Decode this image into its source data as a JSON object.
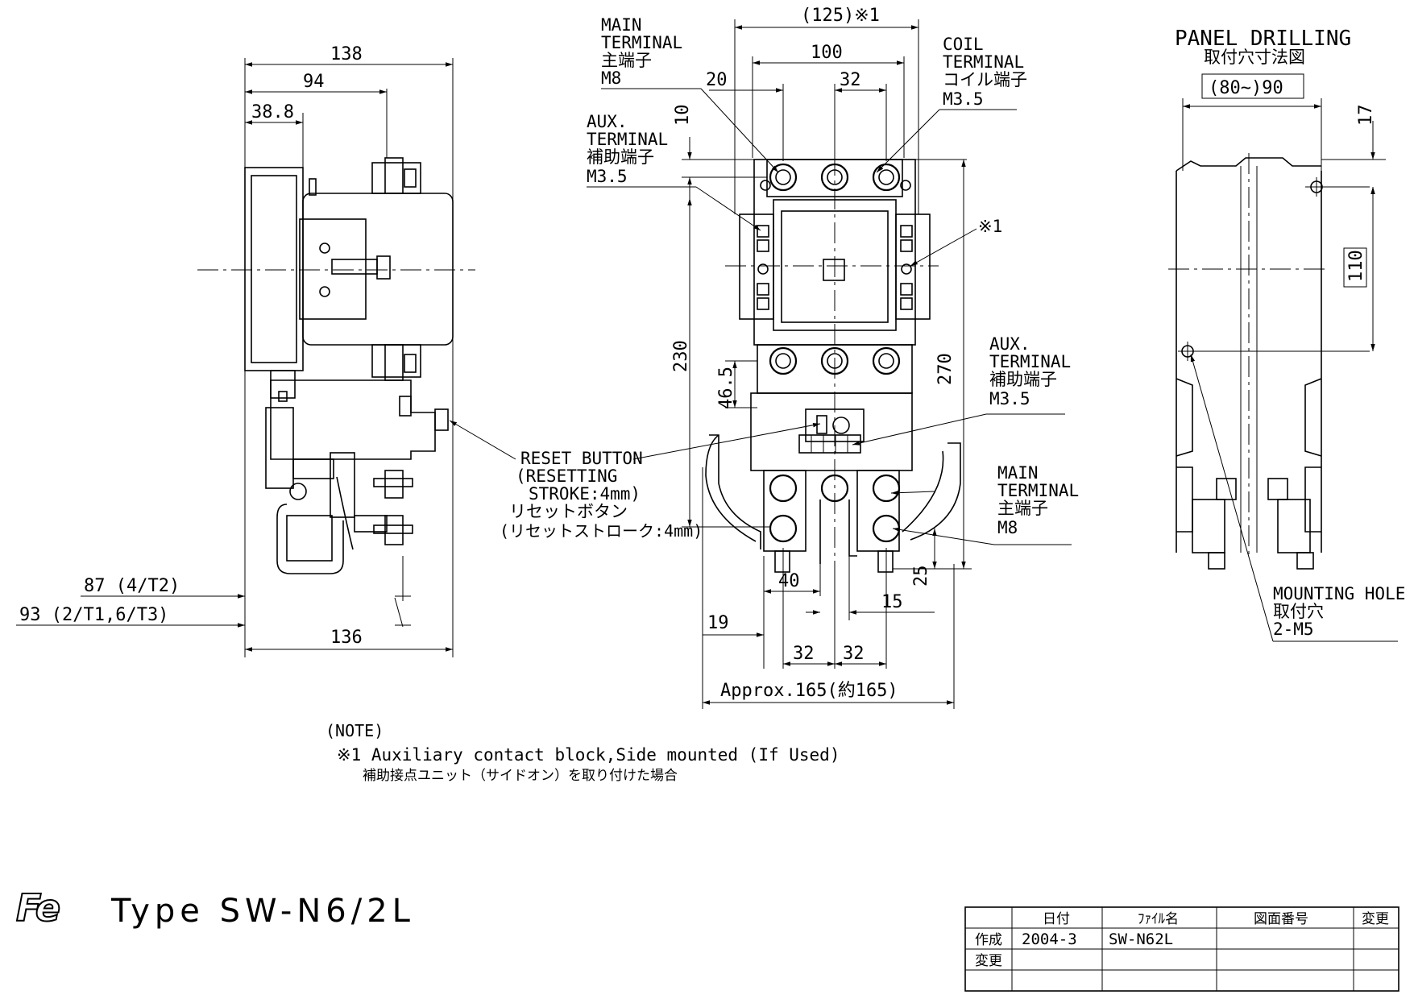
{
  "logo": {
    "text": "Fe"
  },
  "title": "Type SW-N6/2L",
  "side_view": {
    "dims": {
      "w138": "138",
      "w94": "94",
      "w38_8": "38.8",
      "w136": "136",
      "d87": "87 (4/T2)",
      "d93": "93 (2/T1,6/T3)"
    }
  },
  "front_view": {
    "dims": {
      "d125": "(125)※1",
      "d100": "100",
      "d20": "20",
      "d32_top": "32",
      "d10": "10",
      "d230": "230",
      "d270": "270",
      "d46_5": "46.5",
      "d25": "25",
      "d40": "40",
      "d15": "15",
      "d19": "19",
      "d32_left": "32",
      "d32_right": "32",
      "approx": "Approx.165(約165)"
    },
    "labels": {
      "main_top": [
        "MAIN",
        "TERMINAL",
        "主端子",
        "M8"
      ],
      "coil": [
        "COIL",
        "TERMINAL",
        "コイル端子",
        "M3.5"
      ],
      "aux_left": [
        "AUX.",
        "TERMINAL",
        "補助端子",
        "M3.5"
      ],
      "aux_right": [
        "AUX.",
        "TERMINAL",
        "補助端子",
        "M3.5"
      ],
      "main_bottom": [
        "MAIN",
        "TERMINAL",
        "主端子",
        "M8"
      ],
      "reset": [
        "RESET BUTTON",
        "(RESETTING",
        "STROKE:4mm)",
        "リセットボタン",
        "(リセットストローク:4mm)"
      ],
      "note1_mark": "※1"
    }
  },
  "panel_drilling": {
    "title": "PANEL DRILLING",
    "title_jp": "取付穴寸法図",
    "dims": {
      "width": "(80~)90",
      "d17": "17",
      "d110": "110"
    },
    "mounting_hole": [
      "MOUNTING HOLE",
      "取付穴",
      "2-M5"
    ]
  },
  "note": {
    "header": "(NOTE)",
    "line1": "※1 Auxiliary contact block,Side mounted (If Used)",
    "line2": "補助接点ユニット（サイドオン）を取り付けた場合"
  },
  "title_block": {
    "headers": [
      "日付",
      "ﾌｧｲﾙ名",
      "図面番号",
      "変更"
    ],
    "rows": [
      {
        "label": "作成",
        "date": "2004-3",
        "file": "SW-N62L",
        "drawing": "",
        "change": ""
      },
      {
        "label": "変更",
        "date": "",
        "file": "",
        "drawing": "",
        "change": ""
      }
    ]
  }
}
